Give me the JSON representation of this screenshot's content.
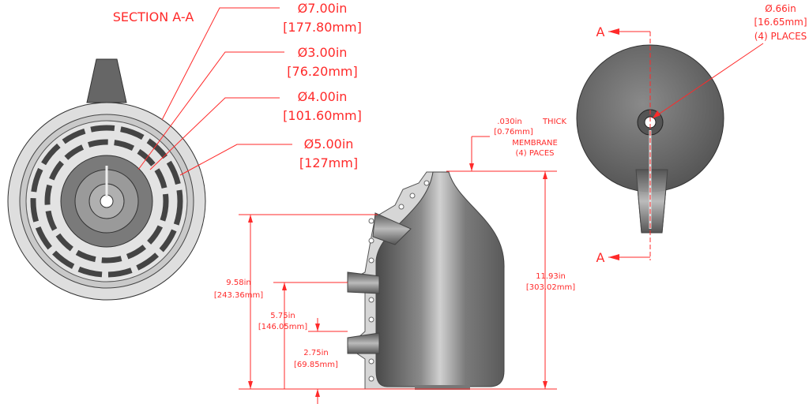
{
  "section_title": "SECTION A-A",
  "section_labels": {
    "a_top": "A",
    "a_bottom": "A"
  },
  "callouts": {
    "d7": {
      "in": "Ø7.00in",
      "mm": "[177.80mm]"
    },
    "d3": {
      "in": "Ø3.00in",
      "mm": "[76.20mm]"
    },
    "d4": {
      "in": "Ø4.00in",
      "mm": "[101.60mm]"
    },
    "d5": {
      "in": "Ø5.00in",
      "mm": "[127mm]"
    },
    "hole": {
      "in": "Ø.66in",
      "mm": "[16.65mm]",
      "qty": "(4) PLACES"
    },
    "membrane": {
      "in": ".030in",
      "thick": "THICK",
      "mm": "[0.76mm]",
      "label": "MEMBRANE",
      "qty": "(4) PACES"
    }
  },
  "dimensions": {
    "h958": {
      "in": "9.58in",
      "mm": "[243.36mm]"
    },
    "h575": {
      "in": "5.75in",
      "mm": "[146.05mm]"
    },
    "h275": {
      "in": "2.75in",
      "mm": "[69.85mm]"
    },
    "h1193": {
      "in": "11.93in",
      "mm": "[303.02mm]"
    }
  },
  "colors": {
    "dimension": "#ff2a2a",
    "part": "#6e6e6e",
    "section": "#d9d9d9"
  }
}
